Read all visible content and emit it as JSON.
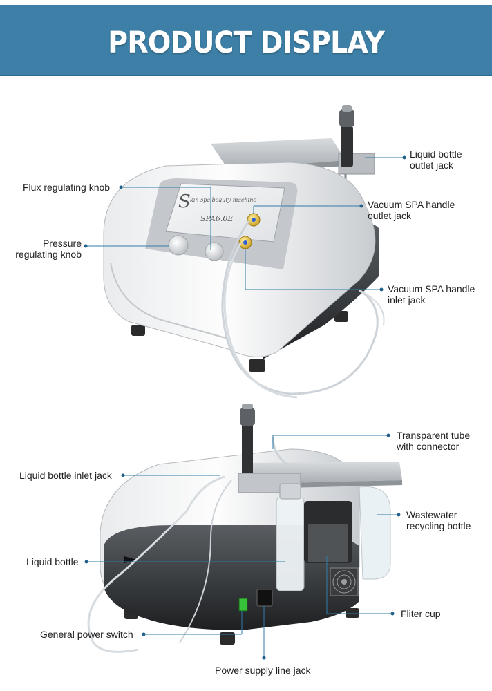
{
  "header": {
    "title": "PRODUCT DISPLAY"
  },
  "colors": {
    "banner": "#3d7fa6",
    "leader": "#2f7ca8",
    "dot": "#1f5f8a"
  },
  "figure1": {
    "labels": {
      "liquid_outlet": [
        "Liquid bottle",
        "outlet jack"
      ],
      "flux_knob": [
        "Flux regulating knob"
      ],
      "vac_outlet": [
        "Vacuum SPA handle",
        "outlet jack"
      ],
      "pressure_knob": [
        "Pressure",
        "regulating knob"
      ],
      "vac_inlet": [
        "Vacuum SPA handle",
        "inlet jack"
      ]
    },
    "screen_text": {
      "logo_letter": "S",
      "brand": "kin spa beauty machine",
      "model": "SPA6.0E"
    }
  },
  "figure2": {
    "labels": {
      "tube": [
        "Transparent tube",
        "with connector"
      ],
      "liquid_inlet": [
        "Liquid bottle inlet jack"
      ],
      "wastewater": [
        "Wastewater",
        "recycling bottle"
      ],
      "liquid_bottle": [
        "Liquid bottle"
      ],
      "filter_cup": [
        "Fliter cup"
      ],
      "power_switch": [
        "General power switch"
      ],
      "power_jack": [
        "Power supply line jack"
      ]
    }
  }
}
